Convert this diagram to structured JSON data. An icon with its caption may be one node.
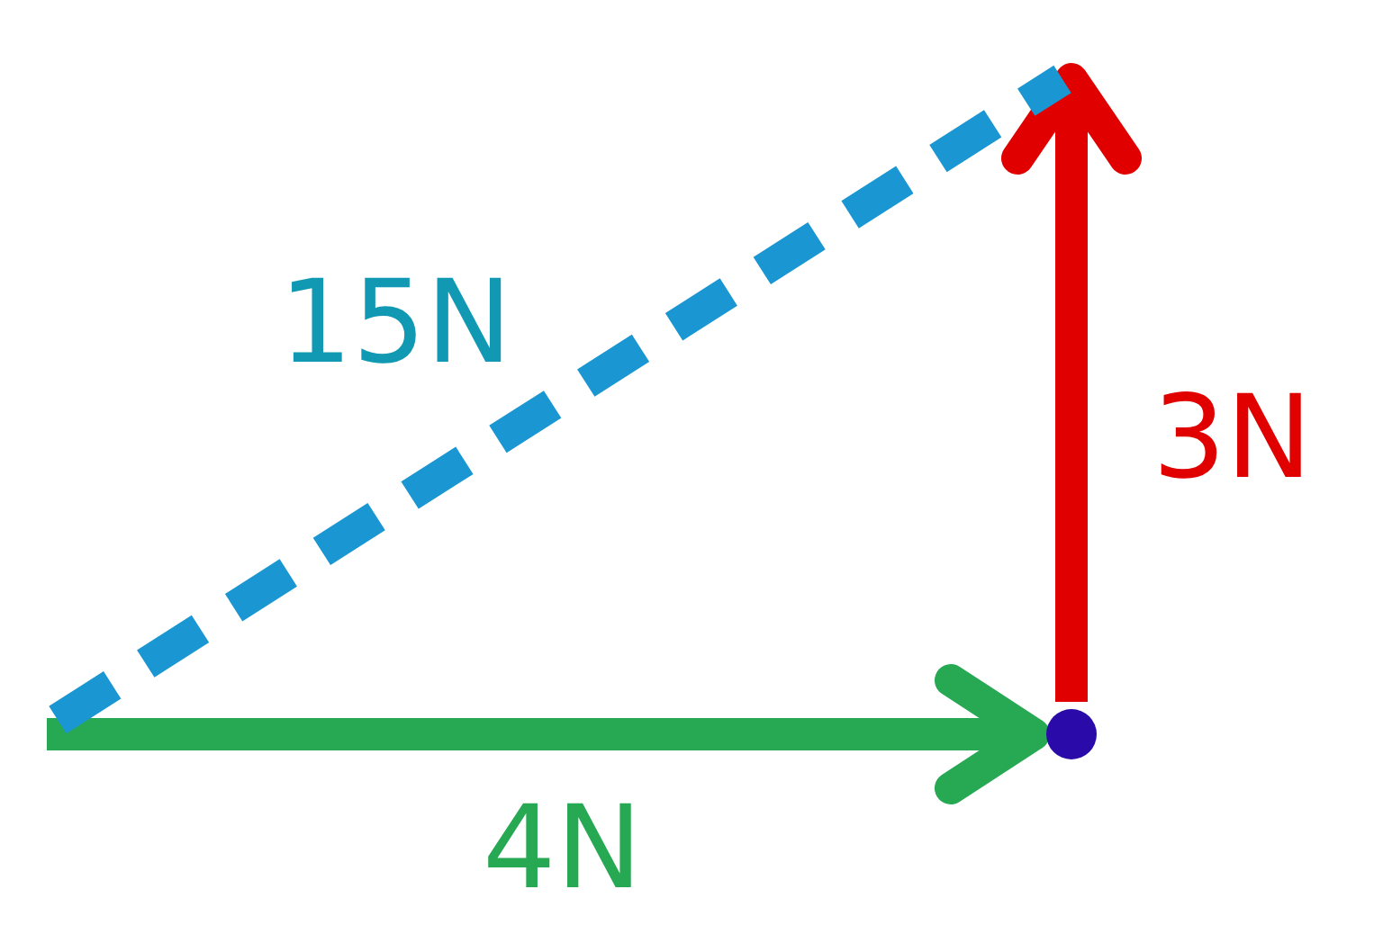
{
  "diagram": {
    "labels": [
      "15N",
      "3N",
      "4N"
    ]
  }
}
